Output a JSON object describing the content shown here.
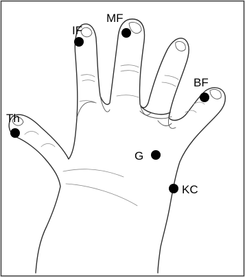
{
  "diagram": {
    "colors": {
      "border": "#3a3a3a",
      "marker": "#000000",
      "sketch": "#2e2e2e"
    },
    "landmarks": [
      {
        "id": "th",
        "label": "Th"
      },
      {
        "id": "if",
        "label": "IF"
      },
      {
        "id": "mf",
        "label": "MF"
      },
      {
        "id": "bf",
        "label": "BF"
      },
      {
        "id": "g",
        "label": "G"
      },
      {
        "id": "kc",
        "label": "KC"
      }
    ]
  }
}
